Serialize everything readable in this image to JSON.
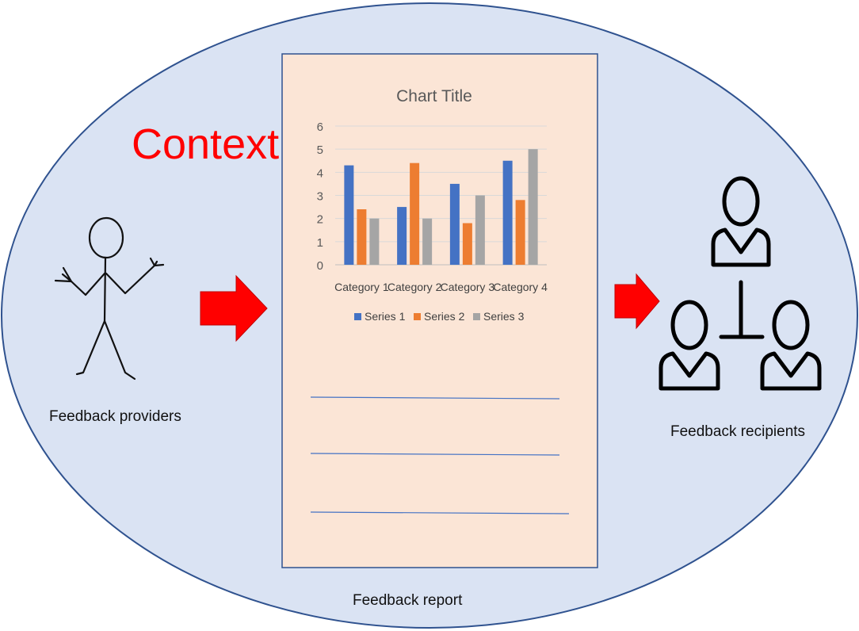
{
  "context_label": "Context",
  "providers_label": "Feedback providers",
  "report_label": "Feedback report",
  "recipients_label": "Feedback recipients",
  "colors": {
    "ellipse_fill": "#dae3f3",
    "ellipse_stroke": "#2f528f",
    "report_fill": "#fbe5d6",
    "report_stroke": "#2f528f",
    "arrow": "#ff0000",
    "context_text": "#ff0000",
    "report_lines": "#4472c4"
  },
  "icons": {
    "provider": "stick-figure-icon",
    "recipients": "people-hierarchy-icon",
    "arrows": "right-arrow-icon"
  },
  "chart_data": {
    "type": "bar",
    "title": "Chart Title",
    "categories": [
      "Category 1",
      "Category 2",
      "Category 3",
      "Category 4"
    ],
    "series": [
      {
        "name": "Series 1",
        "values": [
          4.3,
          2.5,
          3.5,
          4.5
        ],
        "color": "#4472c4"
      },
      {
        "name": "Series 2",
        "values": [
          2.4,
          4.4,
          1.8,
          2.8
        ],
        "color": "#ed7d31"
      },
      {
        "name": "Series 3",
        "values": [
          2.0,
          2.0,
          3.0,
          5.0
        ],
        "color": "#a5a5a5"
      }
    ],
    "ylim": [
      0,
      6
    ],
    "yticks": [
      "0",
      "1",
      "2",
      "3",
      "4",
      "5",
      "6"
    ],
    "grid": true,
    "legend": "bottom"
  }
}
